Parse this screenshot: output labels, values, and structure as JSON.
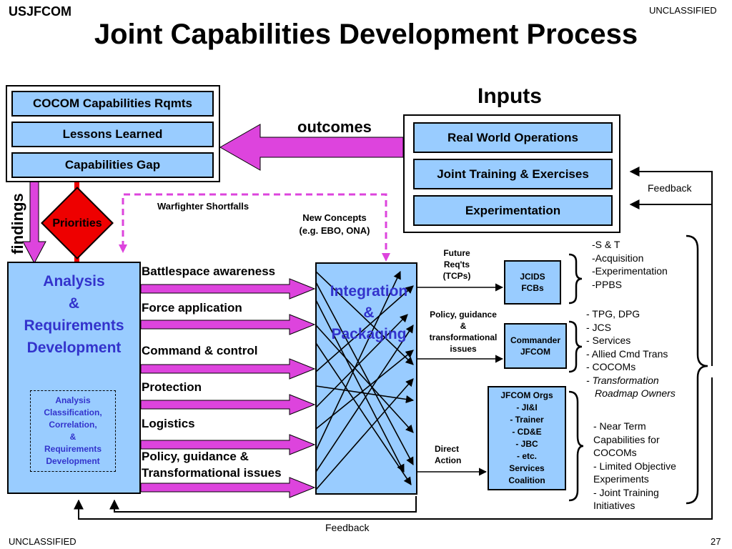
{
  "header": {
    "org": "USJFCOM",
    "classification_top": "UNCLASSIFIED",
    "title": "Joint Capabilities Development Process"
  },
  "footer": {
    "classification_bottom": "UNCLASSIFIED",
    "page_number": "27"
  },
  "outputs_panel": {
    "items": [
      "COCOM Capabilities Rqmts",
      "Lessons Learned",
      "Capabilities Gap"
    ]
  },
  "inputs_panel": {
    "title": "Inputs",
    "items": [
      "Real World Operations",
      "Joint Training & Exercises",
      "Experimentation"
    ]
  },
  "labels": {
    "outcomes": "outcomes",
    "findings": "findings",
    "priorities": "Priorities",
    "warfighter_shortfalls": "Warfighter Shortfalls",
    "new_concepts_1": "New Concepts",
    "new_concepts_2": "(e.g. EBO, ONA)",
    "feedback_right": "Feedback",
    "feedback_bottom": "Feedback"
  },
  "analysis": {
    "title_lines": [
      "Analysis",
      "&",
      "Requirements",
      "Development"
    ],
    "inner_lines": [
      "Analysis",
      "Classification,",
      "Correlation,",
      "&",
      "Requirements",
      "Development"
    ]
  },
  "functional_areas": [
    "Battlespace awareness",
    "Force application",
    "Command & control",
    "Protection",
    "Logistics",
    "Policy, guidance &",
    "Transformational issues"
  ],
  "integration": {
    "lines": [
      "Integration",
      "&",
      "Packaging"
    ]
  },
  "channels": {
    "future_reqts": [
      "Future",
      "Req'ts",
      "(TCPs)"
    ],
    "policy": [
      "Policy, guidance",
      "&",
      "transformational",
      "issues"
    ],
    "direct_action": [
      "Direct",
      "Action"
    ]
  },
  "destinations": {
    "jcids": [
      "JCIDS",
      "FCBs"
    ],
    "commander": [
      "Commander",
      "JFCOM"
    ],
    "jfcom_orgs": [
      "JFCOM Orgs",
      "- JI&I",
      "- Trainer",
      "- CD&E",
      "- JBC",
      "- etc.",
      "Services",
      "Coalition"
    ]
  },
  "lists": {
    "jcids": [
      "-S & T",
      "-Acquisition",
      "-Experimentation",
      "-PPBS"
    ],
    "commander": [
      "-  TPG, DPG",
      "- JCS",
      "- Services",
      "- Allied Cmd Trans",
      "- COCOMs",
      "- Transformation",
      "Roadmap Owners"
    ],
    "jfcom": [
      "- Near Term",
      "Capabilities for",
      "COCOMs",
      "- Limited Objective",
      "Experiments",
      "- Joint Training",
      "Initiatives"
    ]
  },
  "colors": {
    "box_fill": "#99ccff",
    "arrow_magenta": "#dd44dd",
    "priorities_red": "#ee0000",
    "title_blue": "#3333cc"
  }
}
